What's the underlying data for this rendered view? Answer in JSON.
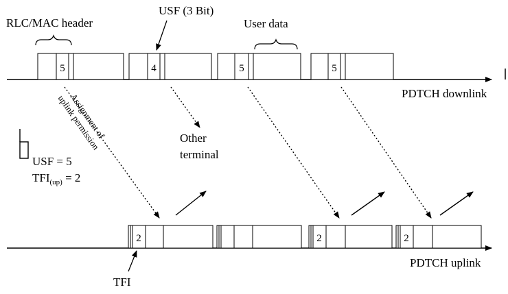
{
  "labels": {
    "rlc_mac_header": "RLC/MAC header",
    "usf_3bit": "USF (3 Bit)",
    "user_data": "User data",
    "pdtch_downlink": "PDTCH downlink",
    "pdtch_uplink": "PDTCH uplink",
    "other": "Other",
    "terminal": "terminal",
    "assignment_line1": "Assignment of",
    "assignment_line2": "uplink permission",
    "usf_eq": "USF = 5",
    "tfi_prefix": "TFI",
    "tfi_sub": "(up)",
    "tfi_suffix": " = 2",
    "tfi": "TFI"
  },
  "downlink_blocks": [
    {
      "value": "5"
    },
    {
      "value": "4"
    },
    {
      "value": "5"
    },
    {
      "value": "5"
    }
  ],
  "uplink_blocks": [
    {
      "value": "2"
    },
    {
      "value": ""
    },
    {
      "value": "2"
    },
    {
      "value": "2"
    }
  ]
}
